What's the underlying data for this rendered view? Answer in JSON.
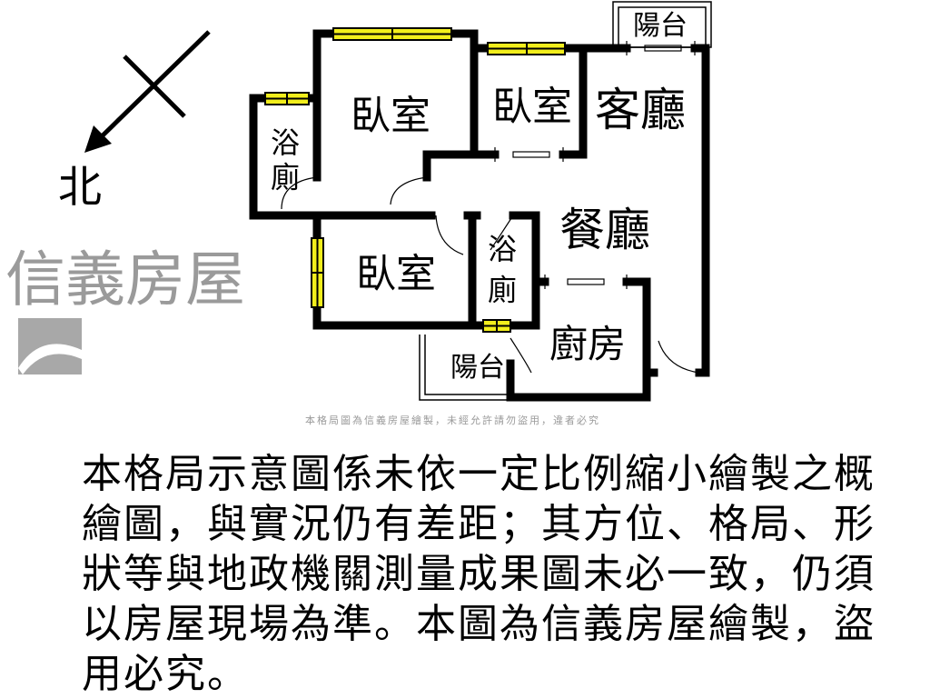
{
  "plan": {
    "compass_label": "北",
    "rooms": {
      "bedroom_master": "臥室",
      "bedroom_second": "臥室",
      "bedroom_third": "臥室",
      "living_room": "客廳",
      "dining_room": "餐廳",
      "bath_left_1": "浴",
      "bath_left_2": "廁",
      "bath_mid_1": "浴",
      "bath_mid_2": "廁",
      "kitchen": "廚房",
      "balcony_top": "陽台",
      "balcony_bottom": "陽台"
    },
    "colors": {
      "wall": "#000000",
      "window": "#f2ee1c",
      "watermark": "#9a9a9a"
    }
  },
  "watermark": {
    "brand": "信義房屋",
    "notice": "本格局圖為信義房屋繪製，未經允許請勿盜用，違者必究"
  },
  "disclaimer": {
    "lines": [
      "本格局示意圖係未依一定比例縮小繪製之概",
      "繪圖，與實況仍有差距；其方位、格局、形",
      "狀等與地政機關測量成果圖未必一致，仍須",
      "以房屋現場為準。本圖為信義房屋繪製，盜",
      "用必究。"
    ]
  }
}
